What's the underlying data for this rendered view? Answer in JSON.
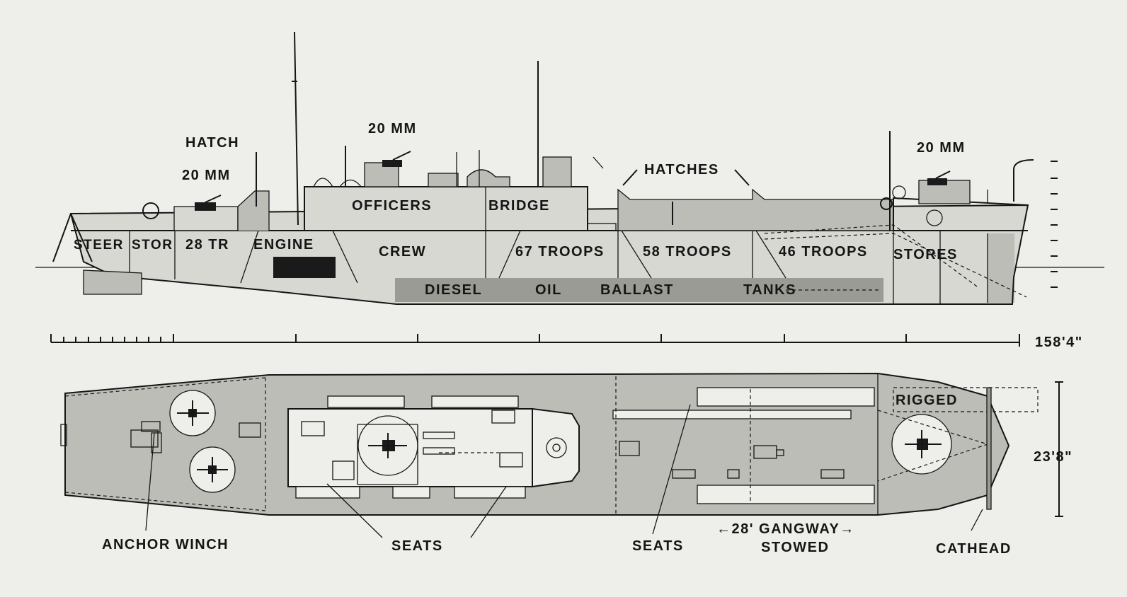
{
  "labels": {
    "hatch": "HATCH",
    "gun_20mm_aft": "20 MM",
    "gun_20mm_mid": "20 MM",
    "gun_20mm_fwd": "20 MM",
    "hatches": "HATCHES",
    "officers": "OFFICERS",
    "bridge": "BRIDGE",
    "steer": "STEER",
    "stor": "STOR",
    "tr28": "28 TR",
    "engine": "ENGINE",
    "crew": "CREW",
    "troops67": "67 TROOPS",
    "troops58": "58 TROOPS",
    "troops46": "46 TROOPS",
    "stores": "STORES",
    "diesel": "DIESEL",
    "oil": "OIL",
    "ballast": "BALLAST",
    "tanks": "TANKS",
    "length": "158'4\"",
    "beam": "23'8\"",
    "rigged": "RIGGED",
    "anchor_winch": "ANCHOR WINCH",
    "seats_1": "SEATS",
    "seats_2": "SEATS",
    "gangway": "←28' GANGWAY→",
    "stowed": "STOWED",
    "cathead": "CATHEAD"
  },
  "colors": {
    "ink": "#151515",
    "paper": "#eeeeea",
    "shading": "#bdbdb7"
  }
}
